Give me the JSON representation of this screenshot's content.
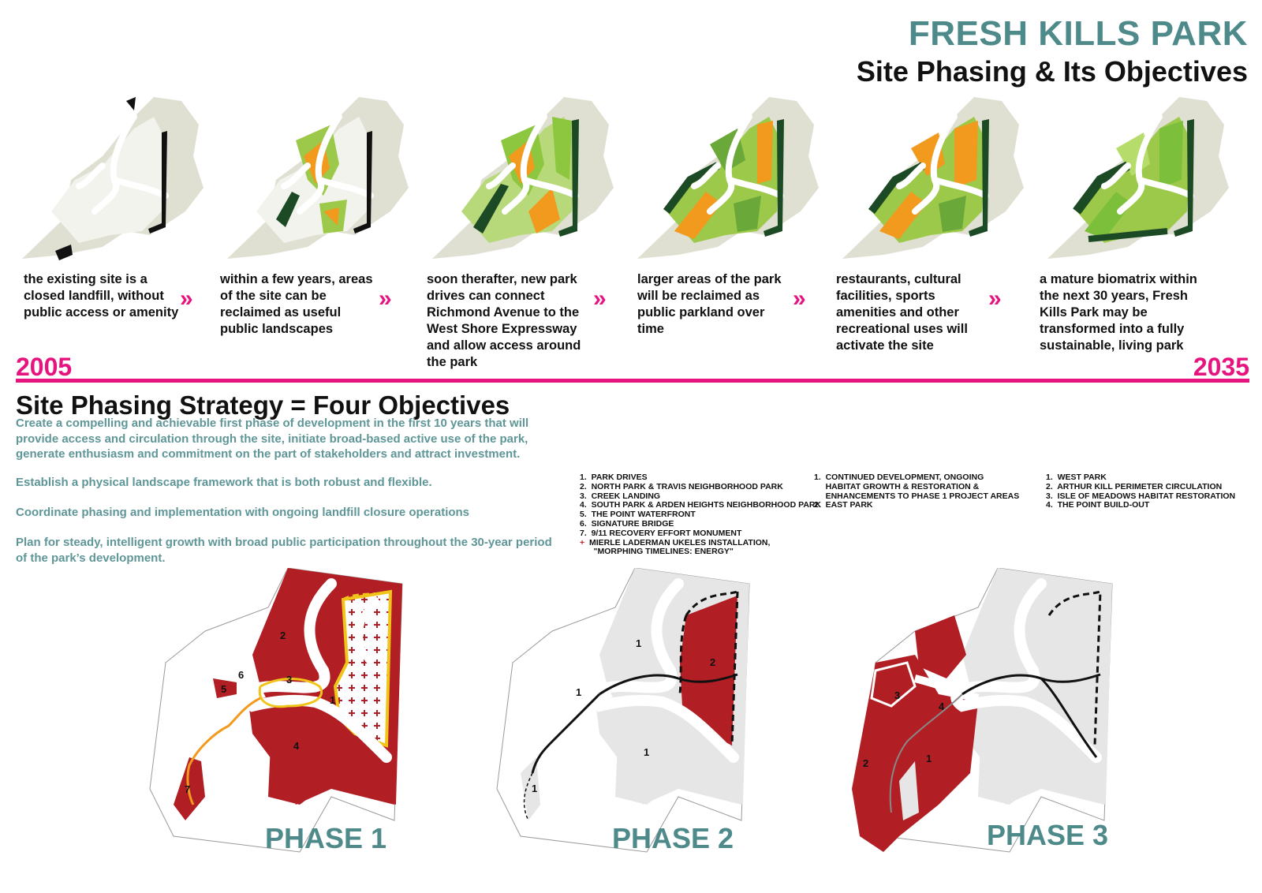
{
  "header": {
    "title": "FRESH KILLS PARK",
    "subtitle": "Site Phasing & Its Objectives"
  },
  "timeline": {
    "start_year": "2005",
    "end_year": "2035",
    "chevron": "»",
    "stages": [
      {
        "text": "the existing site is a closed landfill, without public access or amenity"
      },
      {
        "text": "within a few years, areas of the site can be reclaimed as useful public landscapes"
      },
      {
        "text": "soon therafter, new park drives can connect Richmond Avenue to the West Shore Expressway and allow access around the park"
      },
      {
        "text": "larger areas of the park will be reclaimed as public parkland over time"
      },
      {
        "text": "restaurants, cultural facilities, sports amenities and other recreational uses will activate the site"
      },
      {
        "text": "a mature biomatrix within the next 30 years, Fresh Kills Park may be transformed into a fully sustainable, living park"
      }
    ]
  },
  "strategy": {
    "title": "Site Phasing Strategy = Four Objectives",
    "objectives": [
      "Create a compelling and achievable first phase of development in the first 10 years that will provide access and circulation through the site, initiate broad-based active use of the park, generate enthusiasm and commitment on the part of stakeholders and attract investment.",
      "Establish a physical landscape framework that is both robust and flexible.",
      "Coordinate phasing and implementation with ongoing landfill closure operations",
      "Plan for steady, intelligent growth with broad public participation throughout the 30-year period of the park’s development."
    ]
  },
  "legends": {
    "phase1": [
      "1.  PARK DRIVES",
      "2.  NORTH PARK & TRAVIS NEIGHBORHOOD PARK",
      "3.  CREEK LANDING",
      "4.  SOUTH PARK & ARDEN HEIGHTS NEIGHBORHOOD PARK",
      "5.  THE POINT WATERFRONT",
      "6.  SIGNATURE BRIDGE",
      "7.  9/11 RECOVERY EFFORT MONUMENT"
    ],
    "phase1_plus_marker": "+",
    "phase1_plus_line1": "MIERLE LADERMAN UKELES INSTALLATION,",
    "phase1_plus_line2": "\"MORPHING TIMELINES: ENERGY\"",
    "phase2": [
      "1.  CONTINUED DEVELOPMENT, ONGOING",
      "     HABITAT GROWTH & RESTORATION &",
      "     ENHANCEMENTS TO PHASE 1 PROJECT AREAS",
      "2.  EAST PARK"
    ],
    "phase3": [
      "1.  WEST PARK",
      "2.  ARTHUR KILL PERIMETER CIRCULATION",
      "3.  ISLE OF MEADOWS HABITAT RESTORATION",
      "4.  THE POINT BUILD-OUT"
    ]
  },
  "phases": {
    "phase1": {
      "label": "PHASE 1",
      "numbers": [
        "2",
        "6",
        "3",
        "5",
        "1",
        "4",
        "7"
      ]
    },
    "phase2": {
      "label": "PHASE 2",
      "numbers": [
        "1",
        "2",
        "1",
        "1",
        "1"
      ]
    },
    "phase3": {
      "label": "PHASE 3",
      "numbers": [
        "3",
        "4",
        "2",
        "1"
      ]
    }
  },
  "colors": {
    "accent_magenta": "#e6147f",
    "teal_text": "#4f8a8b",
    "objective_text": "#5f9697",
    "phase_red": "#b11f24",
    "site_grey": "#e6e6e6",
    "land_beige": "#dcdccc",
    "green_light": "#9cc94a",
    "green_dark": "#1c4a24",
    "orange": "#f29a1d",
    "trail_yellow": "#f0c419"
  }
}
